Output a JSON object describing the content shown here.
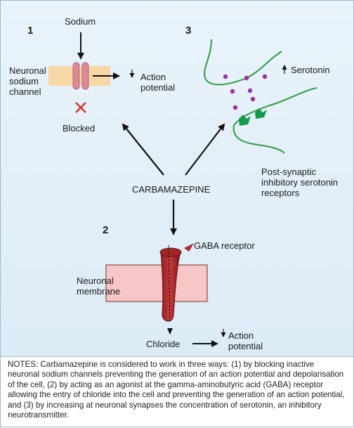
{
  "numbers": {
    "n1": "1",
    "n2": "2",
    "n3": "3"
  },
  "labels": {
    "sodium": "Sodium",
    "neuronal_sodium_channel": [
      "Neuronal",
      "sodium",
      "channel"
    ],
    "action_potential_1": [
      "Action",
      "potential"
    ],
    "blocked": "Blocked",
    "serotonin": "Serotonin",
    "post_synaptic": [
      "Post-synaptic",
      "inhibitory serotonin",
      "receptors"
    ],
    "carbamazepine": "CARBAMAZEPINE",
    "gaba_receptor": "GABA receptor",
    "neuronal_membrane": [
      "Neuronal",
      "membrane"
    ],
    "chloride": "Chloride",
    "action_potential_2": [
      "Action",
      "potential"
    ]
  },
  "notes": "NOTES: Carbamazepine is considered to work in three ways: (1) by blocking inactive neuronal sodium channels preventing the generation of an action potential and depolarisation of the cell, (2) by acting as an agonist at the gamma-aminobutyric acid (GABA) receptor allowing the entry of chloride into the cell and preventing the generation of an action potential, and (3) by increasing at neuronal synapses the concentration of serotonin, an inhibitory neurotransmitter.",
  "colors": {
    "background": "#dfeef7",
    "membrane": "#f6d7a6",
    "channel": "#d98a95",
    "blocked_x": "#d6312c",
    "synapse_line": "#2e9a43",
    "receptor": "#139a4a",
    "serotonin_dot": "#9b2fa5",
    "gaba_receptor": "#b0282a",
    "neuronal_membrane": "#f7c6c6"
  },
  "icons": [
    "down-arrow-icon",
    "up-arrow-icon",
    "blocked-x-icon"
  ]
}
